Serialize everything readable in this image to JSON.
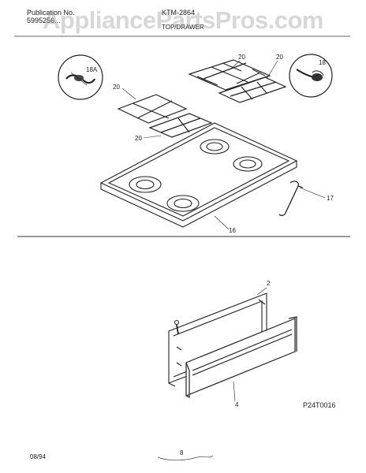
{
  "header": {
    "publication_label": "Publication No.",
    "publication_number": "5995256...",
    "model": "KTM-2864",
    "section": "TOP/DRAWER"
  },
  "watermark": "AppliancePartsPros.com",
  "callouts": {
    "grate_top_left": "20",
    "grate_right_a": "20",
    "grate_right_b": "20",
    "grate_left_lower": "20",
    "detail_left": "18A",
    "detail_right": "18",
    "cooktop": "16",
    "support_rod": "17",
    "drawer_liner": "2",
    "drawer_front": "4"
  },
  "footer": {
    "date": "08/94",
    "page": "8",
    "figure_code": "P24T0016"
  }
}
